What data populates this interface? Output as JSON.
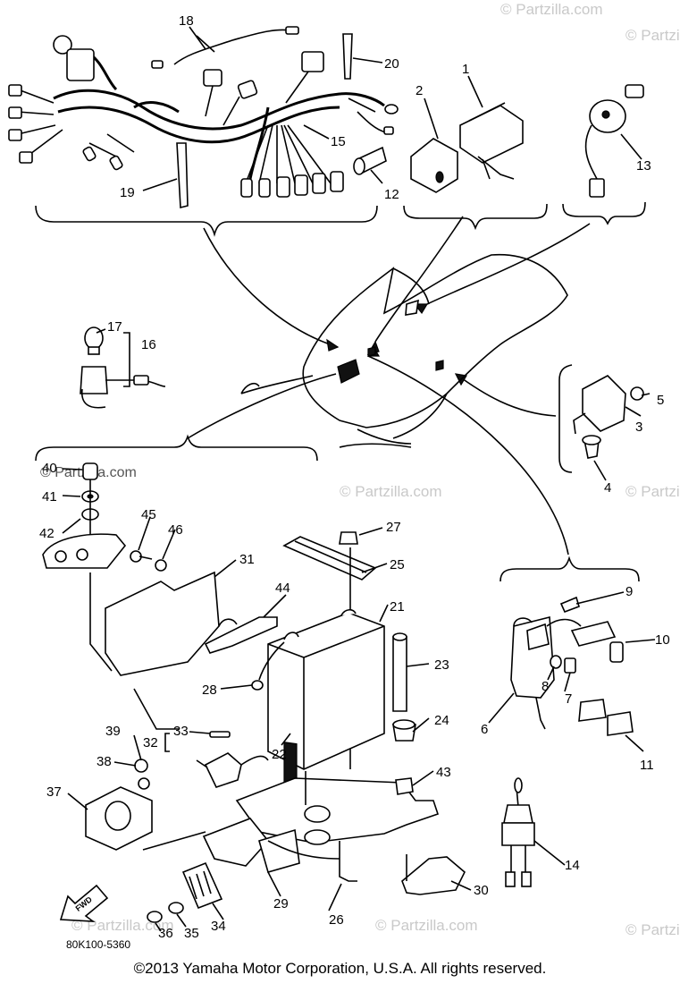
{
  "watermark": "© Partzilla.com",
  "diagram_code": "80K100-5360",
  "fwd_label": "FWD",
  "copyright": "©2013 Yamaha Motor Corporation, U.S.A. All rights reserved.",
  "callouts": [
    "1",
    "2",
    "3",
    "4",
    "5",
    "6",
    "7",
    "8",
    "9",
    "10",
    "11",
    "12",
    "13",
    "14",
    "15",
    "16",
    "17",
    "18",
    "19",
    "20",
    "21",
    "22",
    "23",
    "24",
    "25",
    "26",
    "27",
    "28",
    "29",
    "30",
    "31",
    "32",
    "33",
    "34",
    "35",
    "36",
    "37",
    "38",
    "39",
    "40",
    "41",
    "42",
    "43",
    "44",
    "45",
    "46"
  ]
}
